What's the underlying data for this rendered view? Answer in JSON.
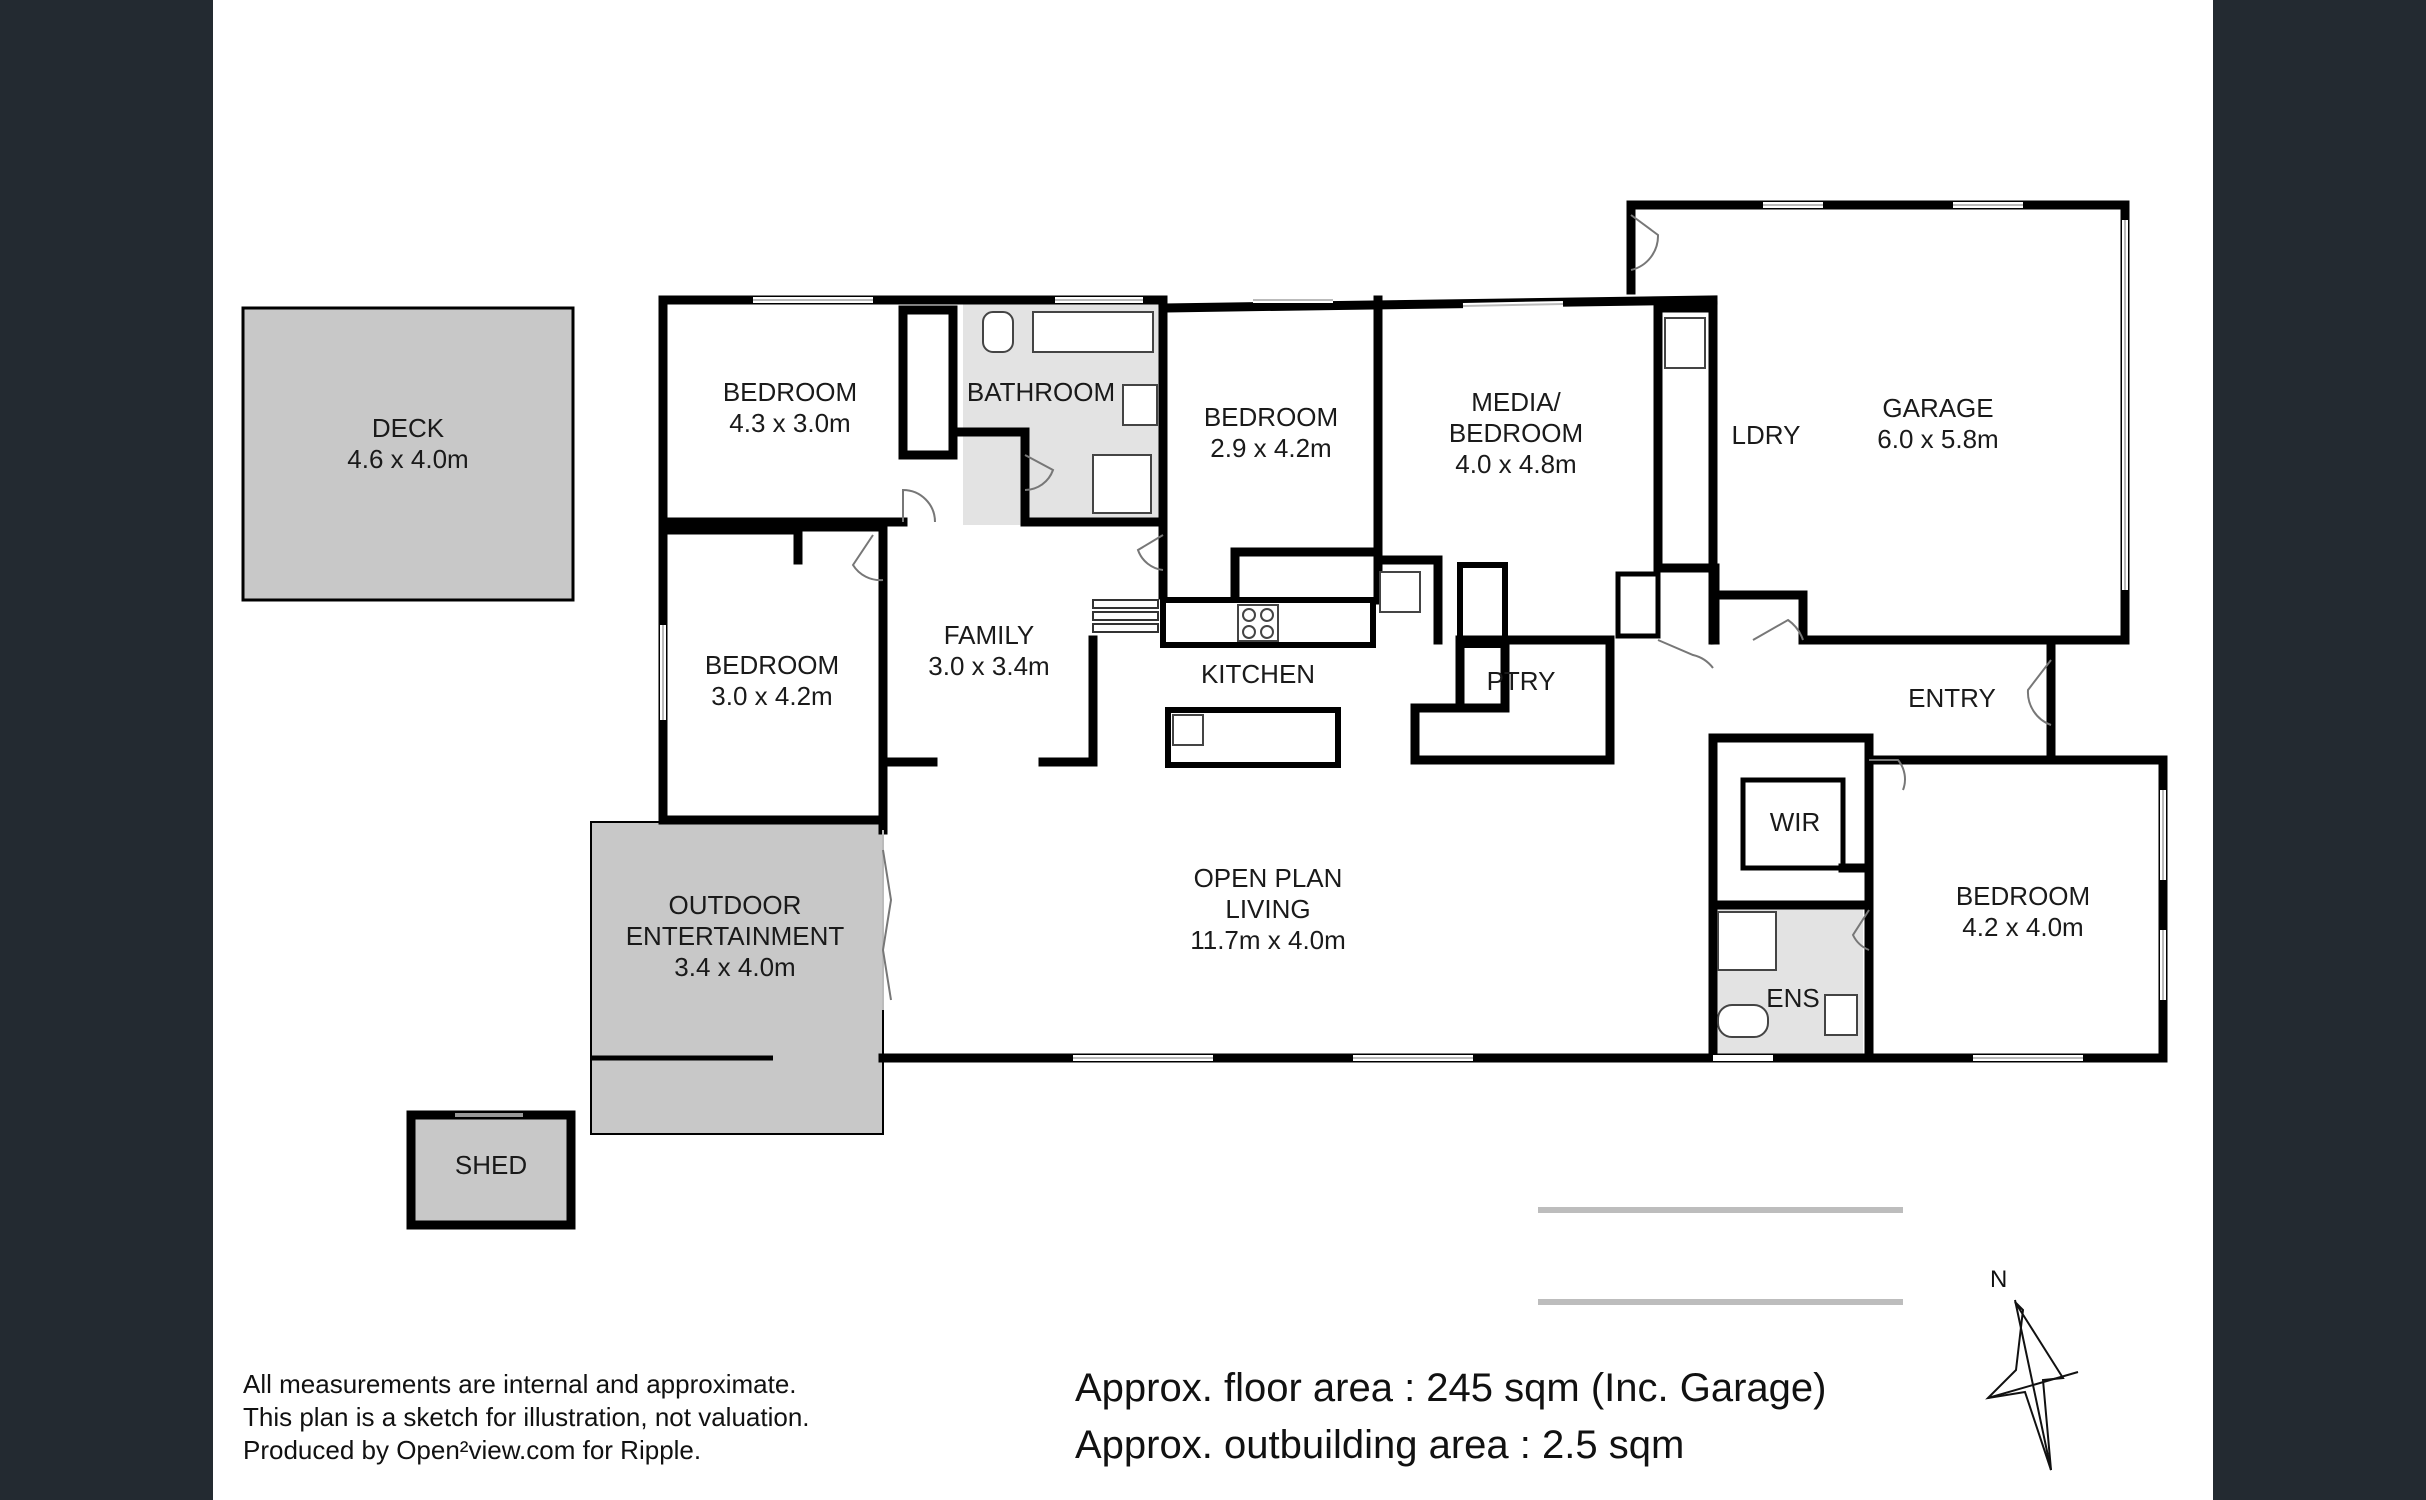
{
  "rooms": {
    "deck": {
      "name": "DECK",
      "size": "4.6 x 4.0m"
    },
    "bedroom1": {
      "name": "BEDROOM",
      "size": "4.3 x 3.0m"
    },
    "bathroom": {
      "name": "BATHROOM"
    },
    "bedroom2": {
      "name": "BEDROOM",
      "size": "2.9 x 4.2m"
    },
    "media": {
      "name1": "MEDIA/",
      "name2": "BEDROOM",
      "size": "4.0 x 4.8m"
    },
    "ldry": {
      "name": "LDRY"
    },
    "garage": {
      "name": "GARAGE",
      "size": "6.0 x 5.8m"
    },
    "bedroom3": {
      "name": "BEDROOM",
      "size": "3.0 x 4.2m"
    },
    "family": {
      "name": "FAMILY",
      "size": "3.0 x 3.4m"
    },
    "kitchen": {
      "name": "KITCHEN"
    },
    "ptry": {
      "name": "PTRY"
    },
    "entry": {
      "name": "ENTRY"
    },
    "wir": {
      "name": "WIR"
    },
    "outdoor": {
      "name1": "OUTDOOR",
      "name2": "ENTERTAINMENT",
      "size": "3.4 x 4.0m"
    },
    "living": {
      "name1": "OPEN PLAN",
      "name2": "LIVING",
      "size": "11.7m x 4.0m"
    },
    "bedroom4": {
      "name": "BEDROOM",
      "size": "4.2 x 4.0m"
    },
    "ens": {
      "name": "ENS"
    },
    "shed": {
      "name": "SHED"
    }
  },
  "notes": [
    "All measurements are internal and approximate.",
    "This plan is a sketch for illustration, not valuation.",
    "Produced by Open²view.com for Ripple."
  ],
  "area": {
    "floor": "Approx. floor area : 245 sqm (Inc. Garage)",
    "outbuilding": "Approx. outbuilding area : 2.5 sqm"
  },
  "compass": {
    "label": "N"
  },
  "colors": {
    "background": "#232a31",
    "sheet": "#ffffff",
    "wall": "#000000",
    "outdoor": "#c8c8c8",
    "wet": "#e3e3e3"
  }
}
